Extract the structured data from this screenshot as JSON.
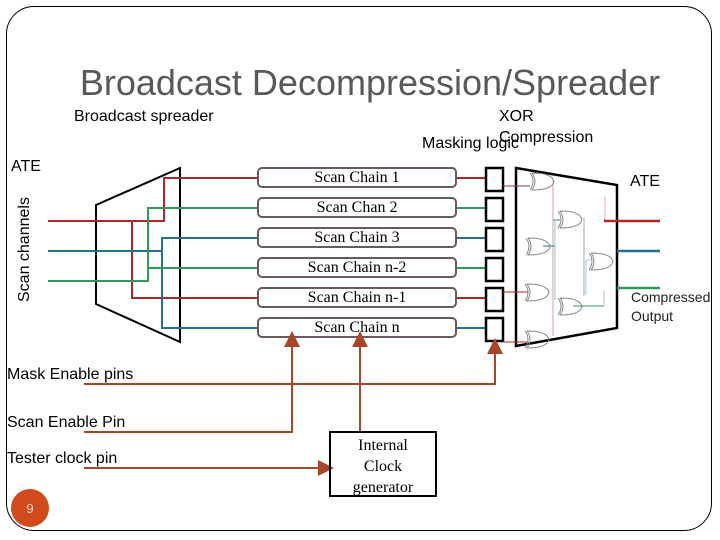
{
  "slide": {
    "title": "Broadcast Decompression/Spreader",
    "page_number": "9"
  },
  "labels": {
    "broadcast_spreader": "Broadcast spreader",
    "xor_line1": "XOR",
    "xor_line2": "Compression",
    "masking_logic": "Masking logic",
    "ate_left": "ATE",
    "scan_channels": "Scan channels",
    "ate_right": "ATE",
    "compressed_line1": "Compressed",
    "compressed_line2": "Output",
    "mask_enable": "Mask Enable pins",
    "scan_enable": "Scan Enable Pin",
    "tester_clock": "Tester clock pin",
    "clock_gen_line1": "Internal",
    "clock_gen_line2": "Clock",
    "clock_gen_line3": "generator"
  },
  "scan_chains": [
    {
      "label": "Scan Chain 1",
      "color": "red"
    },
    {
      "label": "Scan Chan 2",
      "color": "green"
    },
    {
      "label": "Scan Chain 3",
      "color": "blue"
    },
    {
      "label": "Scan Chain n-2",
      "color": "green"
    },
    {
      "label": "Scan Chain n-1",
      "color": "red"
    },
    {
      "label": "Scan Chain n",
      "color": "blue"
    }
  ],
  "colors": {
    "red": "#b0242a",
    "green": "#2e9a5a",
    "blue": "#24708f",
    "control": "#a8462a",
    "box_border": "#6b5a5a",
    "title": "#595959",
    "badge": "#d04a1c"
  }
}
